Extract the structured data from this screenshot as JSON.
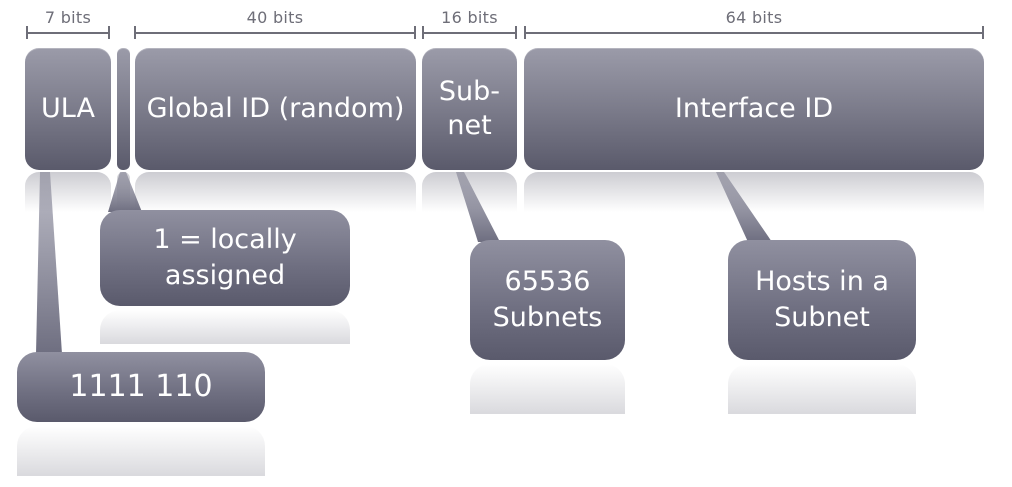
{
  "scale": {
    "ula_bits": "7 bits",
    "global_bits": "40 bits",
    "subnet_bits": "16 bits",
    "interface_bits": "64 bits"
  },
  "fields": {
    "ula": "ULA",
    "l_bit": "",
    "global_id": "Global ID (random)",
    "subnet_line1": "Sub-",
    "subnet_line2": "net",
    "interface_id": "Interface ID"
  },
  "callouts": {
    "prefix_bits": "1111 110",
    "local_line1": "1 = locally",
    "local_line2": "assigned",
    "subnets_line1": "65536",
    "subnets_line2": "Subnets",
    "hosts_line1": "Hosts in a",
    "hosts_line2": "Subnet"
  },
  "colors": {
    "field_top": "#9b9ba9",
    "field_bottom": "#5a5a6b",
    "scale": "#6e6e78"
  }
}
